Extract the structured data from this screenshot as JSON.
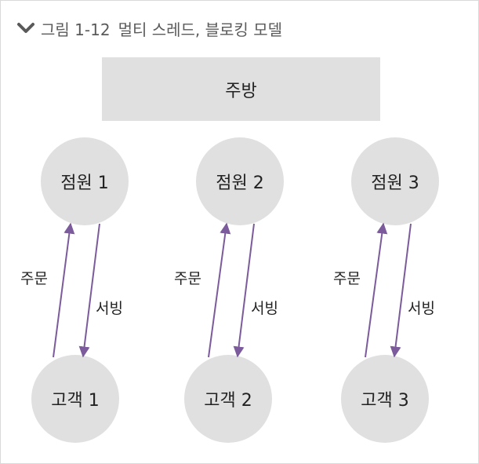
{
  "figure": {
    "number": "그림 1-12",
    "title": "멀티 스레드, 블로킹 모델",
    "icon": "chevron-down-icon"
  },
  "kitchen": {
    "label": "주방"
  },
  "columns": [
    {
      "staff": "점원 1",
      "customer": "고객 1",
      "order_label": "주문",
      "serving_label": "서빙"
    },
    {
      "staff": "점원 2",
      "customer": "고객 2",
      "order_label": "주문",
      "serving_label": "서빙"
    },
    {
      "staff": "점원 3",
      "customer": "고객 3",
      "order_label": "주문",
      "serving_label": "서빙"
    }
  ],
  "colors": {
    "node_fill": "#e0e0e0",
    "arrow": "#7b5b9b",
    "title": "#5a5a5a"
  }
}
